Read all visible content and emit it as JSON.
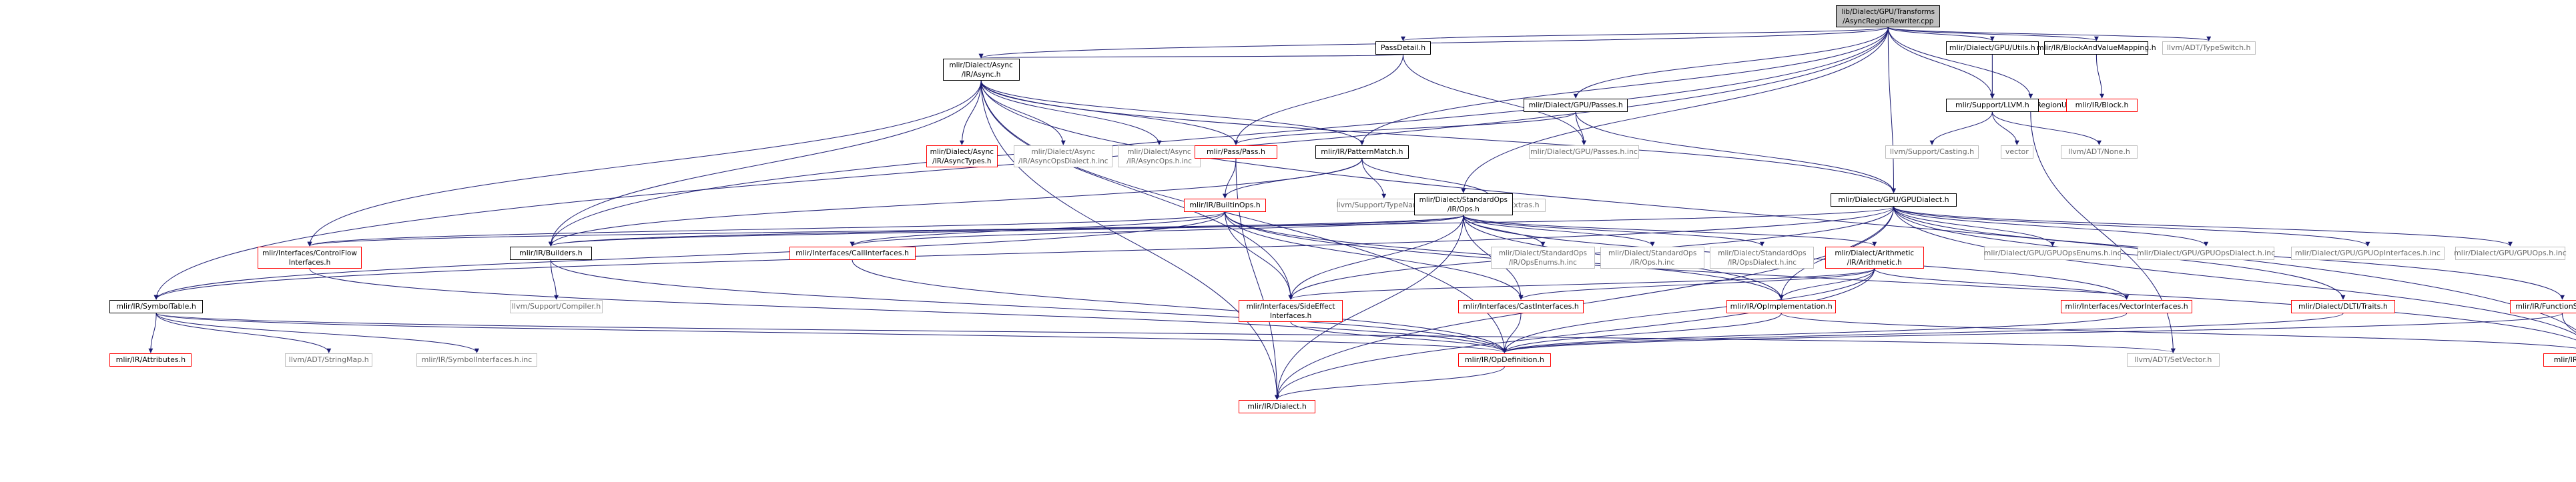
{
  "diagram": {
    "nodes": [
      {
        "id": "root",
        "label": "lib/Dialect/GPU/Transforms\n/AsyncRegionRewriter.cpp",
        "style": "root"
      },
      {
        "id": "passdetail",
        "label": "PassDetail.h",
        "style": "black"
      },
      {
        "id": "asynch",
        "label": "mlir/Dialect/Async\n/IR/Async.h",
        "style": "black"
      },
      {
        "id": "gpupassesh",
        "label": "mlir/Dialect/GPU/Passes.h",
        "style": "black"
      },
      {
        "id": "gpuutils",
        "label": "mlir/Dialect/GPU/Utils.h",
        "style": "black"
      },
      {
        "id": "blockvalue",
        "label": "mlir/IR/BlockAndValueMapping.h",
        "style": "black"
      },
      {
        "id": "typeswitch",
        "label": "llvm/ADT/TypeSwitch.h",
        "style": "grey"
      },
      {
        "id": "regionutils",
        "label": "mlir/Transforms/RegionUtils.h",
        "style": "red"
      },
      {
        "id": "llvmh",
        "label": "mlir/Support/LLVM.h",
        "style": "black"
      },
      {
        "id": "blockh",
        "label": "mlir/IR/Block.h",
        "style": "red"
      },
      {
        "id": "asynctypes",
        "label": "mlir/Dialect/Async\n/IR/AsyncTypes.h",
        "style": "red"
      },
      {
        "id": "asyncopsdialect",
        "label": "mlir/Dialect/Async\n/IR/AsyncOpsDialect.h.inc",
        "style": "grey"
      },
      {
        "id": "asyncopsinc",
        "label": "mlir/Dialect/Async\n/IR/AsyncOps.h.inc",
        "style": "grey"
      },
      {
        "id": "passh",
        "label": "mlir/Pass/Pass.h",
        "style": "red"
      },
      {
        "id": "patternmatch",
        "label": "mlir/IR/PatternMatch.h",
        "style": "black"
      },
      {
        "id": "gpupassesinc",
        "label": "mlir/Dialect/GPU/Passes.h.inc",
        "style": "grey"
      },
      {
        "id": "casting",
        "label": "llvm/Support/Casting.h",
        "style": "grey"
      },
      {
        "id": "vector",
        "label": "vector",
        "style": "grey"
      },
      {
        "id": "none",
        "label": "llvm/ADT/None.h",
        "style": "grey"
      },
      {
        "id": "gpudialect",
        "label": "mlir/Dialect/GPU/GPUDialect.h",
        "style": "black"
      },
      {
        "id": "builtinops",
        "label": "mlir/IR/BuiltinOps.h",
        "style": "red"
      },
      {
        "id": "typename",
        "label": "llvm/Support/TypeName.h",
        "style": "grey"
      },
      {
        "id": "functionextras",
        "label": "llvm/ADT/FunctionExtras.h",
        "style": "grey"
      },
      {
        "id": "stdops",
        "label": "mlir/Dialect/StandardOps\n/IR/Ops.h",
        "style": "black"
      },
      {
        "id": "controlflow",
        "label": "mlir/Interfaces/ControlFlow\nInterfaces.h",
        "style": "red"
      },
      {
        "id": "builders",
        "label": "mlir/IR/Builders.h",
        "style": "black"
      },
      {
        "id": "callinterfaces",
        "label": "mlir/Interfaces/CallInterfaces.h",
        "style": "red"
      },
      {
        "id": "stdopsenums",
        "label": "mlir/Dialect/StandardOps\n/IR/OpsEnums.h.inc",
        "style": "grey"
      },
      {
        "id": "stdopsinc",
        "label": "mlir/Dialect/StandardOps\n/IR/Ops.h.inc",
        "style": "grey"
      },
      {
        "id": "stdopsdialect",
        "label": "mlir/Dialect/StandardOps\n/IR/OpsDialect.h.inc",
        "style": "grey"
      },
      {
        "id": "arith",
        "label": "mlir/Dialect/Arithmetic\n/IR/Arithmetic.h",
        "style": "red"
      },
      {
        "id": "gpuopsenums",
        "label": "mlir/Dialect/GPU/GPUOpsEnums.h.inc",
        "style": "grey"
      },
      {
        "id": "gpuopsdialect",
        "label": "mlir/Dialect/GPU/GPUOpsDialect.h.inc",
        "style": "grey"
      },
      {
        "id": "gpuopinterfaces",
        "label": "mlir/Dialect/GPU/GPUOpInterfaces.h.inc",
        "style": "grey"
      },
      {
        "id": "gpuopsinc",
        "label": "mlir/Dialect/GPU/GPUOps.h.inc",
        "style": "grey"
      },
      {
        "id": "symboltable",
        "label": "mlir/IR/SymbolTable.h",
        "style": "black"
      },
      {
        "id": "compiler",
        "label": "llvm/Support/Compiler.h",
        "style": "grey"
      },
      {
        "id": "sideeffect",
        "label": "mlir/Interfaces/SideEffect\nInterfaces.h",
        "style": "red"
      },
      {
        "id": "castinterfaces",
        "label": "mlir/Interfaces/CastInterfaces.h",
        "style": "red"
      },
      {
        "id": "opimpl",
        "label": "mlir/IR/OpImplementation.h",
        "style": "red"
      },
      {
        "id": "vectorinterfaces",
        "label": "mlir/Interfaces/VectorInterfaces.h",
        "style": "red"
      },
      {
        "id": "dltitraits",
        "label": "mlir/Dialect/DLTI/Traits.h",
        "style": "red"
      },
      {
        "id": "functionsupport",
        "label": "mlir/IR/FunctionSupport.h",
        "style": "red"
      },
      {
        "id": "attributes",
        "label": "mlir/IR/Attributes.h",
        "style": "red"
      },
      {
        "id": "stringmap",
        "label": "llvm/ADT/StringMap.h",
        "style": "grey"
      },
      {
        "id": "symbolinterfaces",
        "label": "mlir/IR/SymbolInterfaces.h.inc",
        "style": "grey"
      },
      {
        "id": "opdefinition",
        "label": "mlir/IR/OpDefinition.h",
        "style": "red"
      },
      {
        "id": "setvector",
        "label": "llvm/ADT/SetVector.h",
        "style": "grey"
      },
      {
        "id": "builtintypes",
        "label": "mlir/IR/BuiltinTypes.h",
        "style": "red"
      },
      {
        "id": "dialecth",
        "label": "mlir/IR/Dialect.h",
        "style": "red"
      }
    ],
    "colors": {
      "edge": "#191970",
      "edge_red": "#ff0000",
      "edge_grey": "#bfbfbf",
      "node_red": "#ff0000",
      "node_grey": "#bfbfbf",
      "root_fill": "#bfbfbf"
    }
  }
}
